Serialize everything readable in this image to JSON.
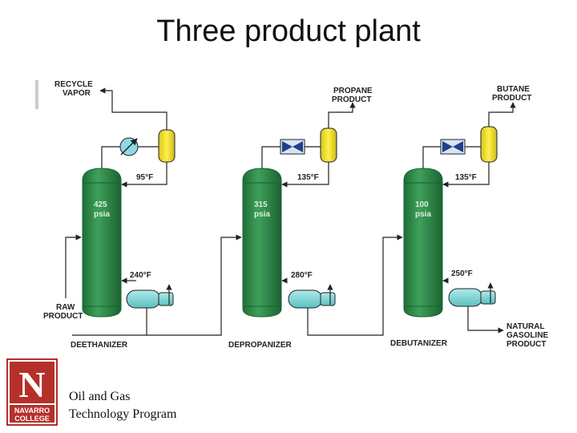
{
  "title": "Three product plant",
  "labels": {
    "recycle_vapor": [
      "RECYCLE",
      "VAPOR"
    ],
    "propane_product": [
      "PROPANE",
      "PRODUCT"
    ],
    "butane_product": [
      "BUTANE",
      "PRODUCT"
    ],
    "raw_product": [
      "RAW",
      "PRODUCT"
    ],
    "natural_gasoline_product": [
      "NATURAL",
      "GASOLINE",
      "PRODUCT"
    ]
  },
  "columns": [
    {
      "name": "DEETHANIZER",
      "pressure": [
        "425",
        "psia"
      ],
      "top_temp": "95°F",
      "bottom_temp": "240°F"
    },
    {
      "name": "DEPROPANIZER",
      "pressure": [
        "315",
        "psia"
      ],
      "top_temp": "135°F",
      "bottom_temp": "280°F"
    },
    {
      "name": "DEBUTANIZER",
      "pressure": [
        "100",
        "psia"
      ],
      "top_temp": "135°F",
      "bottom_temp": "250°F"
    }
  ],
  "logo": {
    "letter": "N",
    "line1": "NAVARRO",
    "line2": "COLLEGE"
  },
  "footer": {
    "line1": "Oil and Gas",
    "line2": "Technology Program"
  },
  "colors": {
    "column": "#2e8b4a",
    "accumulator": "#f2e22a",
    "reboiler": "#7fd6d6",
    "exchanger": "#8fd9e6",
    "logo": "#b5302a"
  }
}
